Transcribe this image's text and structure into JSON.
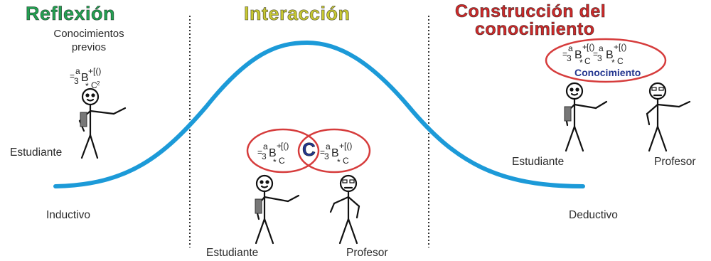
{
  "titles": {
    "reflexion": "Reflexión",
    "interaccion": "Interacción",
    "construccion_line1": "Construcción del",
    "construccion_line2": "conocimiento"
  },
  "labels": {
    "conocimientos_previos_line1": "Conocimientos",
    "conocimientos_previos_line2": "previos",
    "estudiante": "Estudiante",
    "profesor": "Profesor",
    "inductivo": "Inductivo",
    "deductivo": "Deductivo",
    "conocimiento": "Conocimiento",
    "c_letter": "C"
  },
  "colors": {
    "reflexion": "#23a152",
    "interaccion": "#c9c933",
    "construccion": "#cf2a2a",
    "curve": "#1c9ad8",
    "circles": "#d63c3c",
    "conocimiento": "#23368f"
  }
}
